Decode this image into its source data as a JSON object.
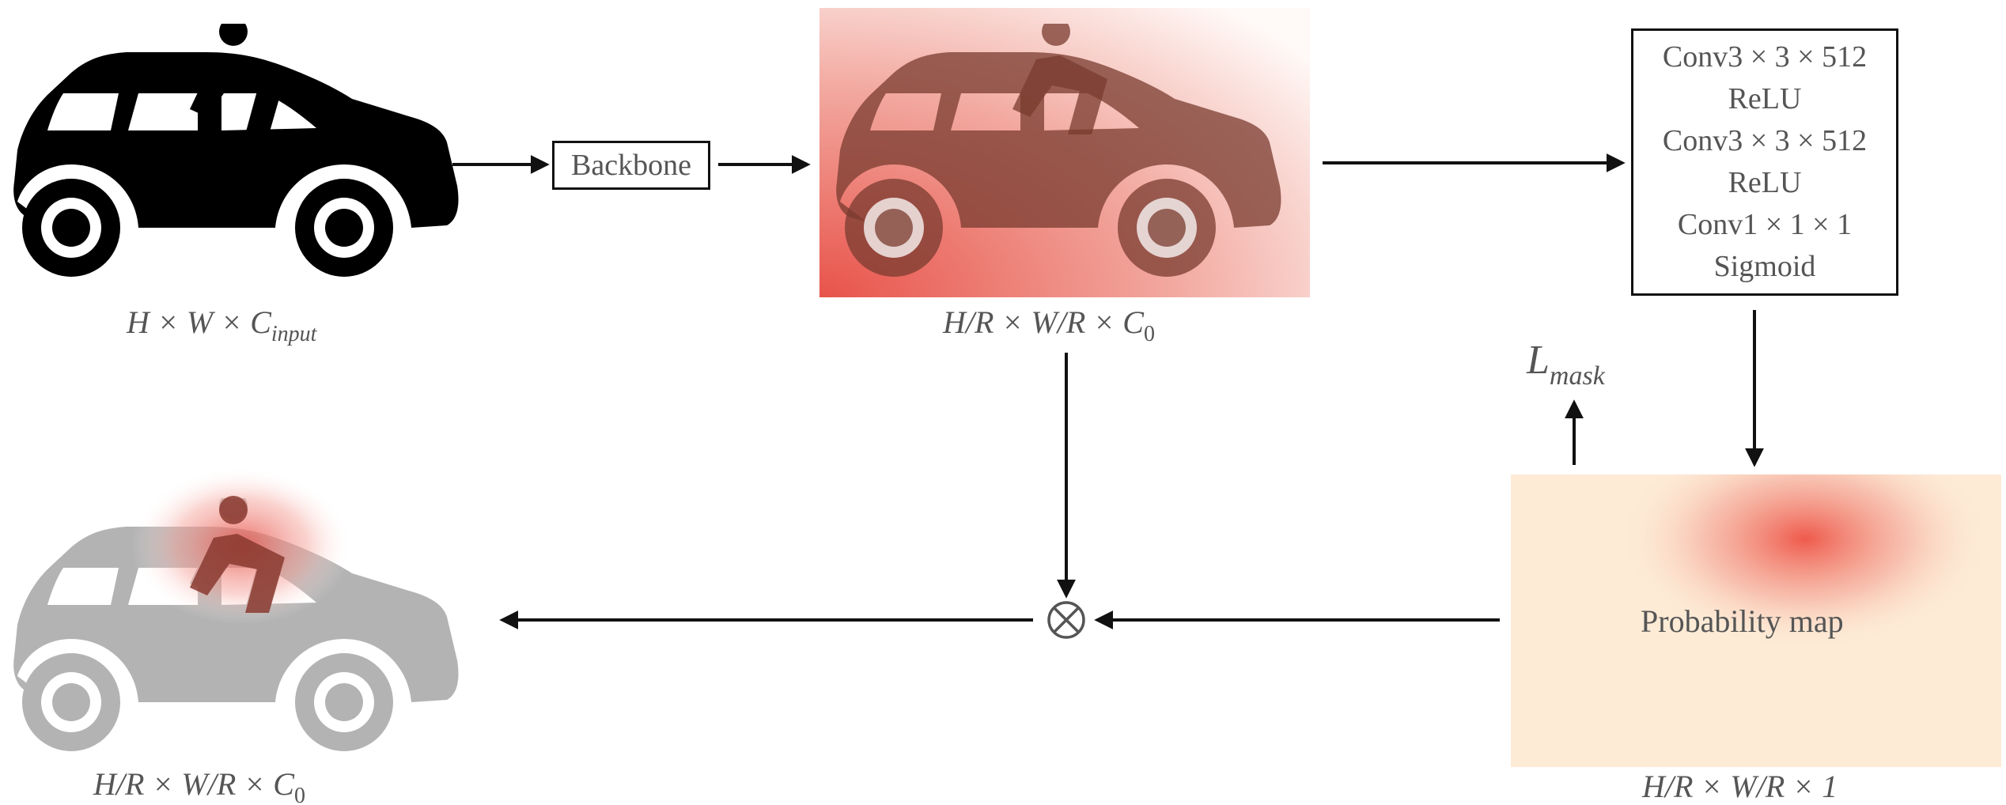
{
  "nodes": {
    "backbone": {
      "label": "Backbone"
    },
    "conv_head": {
      "lines": [
        "Conv3 × 3 × 512",
        "ReLU",
        "Conv3 × 3 × 512",
        "ReLU",
        "Conv1 × 1 × 1",
        "Sigmoid"
      ]
    },
    "probability_map": {
      "label": "Probability map"
    },
    "multiply": {
      "symbol": "⊗"
    }
  },
  "captions": {
    "input": {
      "base": "H × W × C",
      "sub": "input"
    },
    "feature": {
      "base": "H/R × W/R × C",
      "sub": "0"
    },
    "output": {
      "base": "H/R × W/R × C",
      "sub": "0"
    },
    "prob": {
      "text": "H/R × W/R × 1"
    }
  },
  "loss": {
    "base": "L",
    "sub": "mask"
  },
  "colors": {
    "arrow": "#111111",
    "car_input": "#000000",
    "car_feature": "#7a3b2f",
    "car_output": "#b3b3b3",
    "heat_red": "#e8534a",
    "prob_bg": "#fdebd6"
  }
}
